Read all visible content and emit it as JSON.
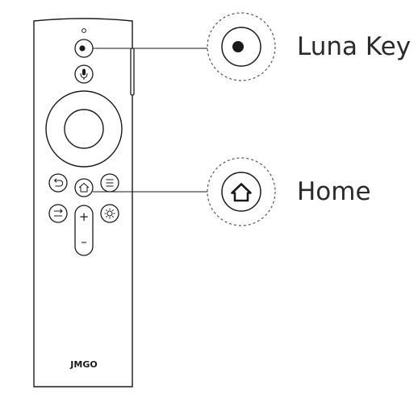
{
  "device": {
    "brand": "JMGO"
  },
  "callouts": [
    {
      "label": "Luna Key",
      "icon": "luna-icon"
    },
    {
      "label": "Home",
      "icon": "home-icon"
    }
  ],
  "buttons": {
    "volume_plus": "+",
    "volume_minus": "–"
  },
  "colors": {
    "line": "#1a1a1a",
    "dashed_circle": "#555555",
    "background": "#ffffff"
  }
}
